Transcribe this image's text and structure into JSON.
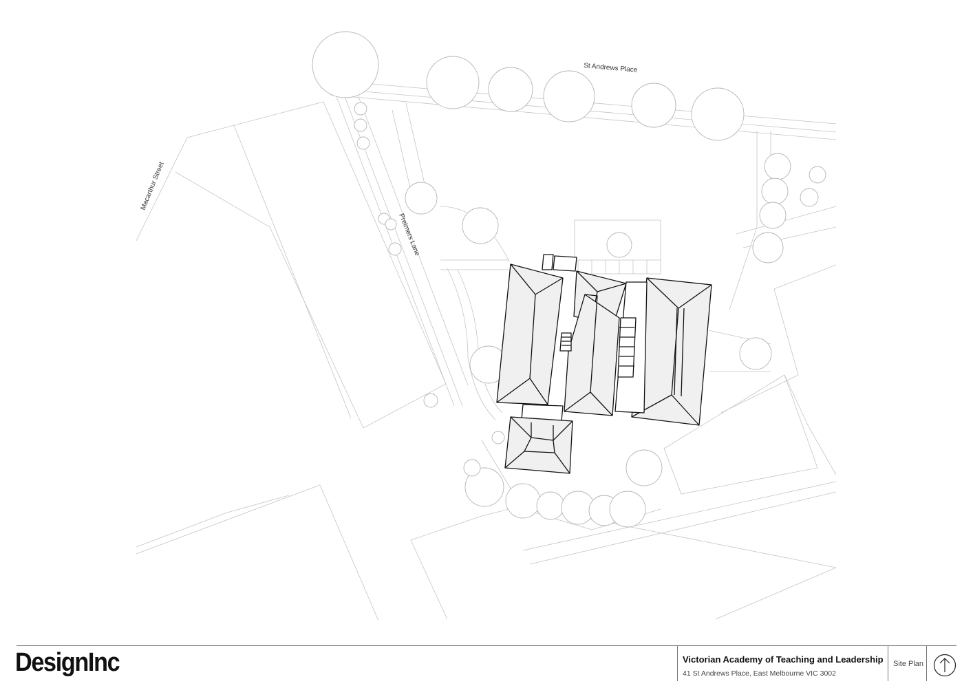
{
  "plan": {
    "street_labels": [
      "St Andrews Place",
      "Macarthur Street",
      "Preimers Lane"
    ],
    "icons": [
      "tree-icon",
      "north-arrow-icon"
    ]
  },
  "titleblock": {
    "brand": "DesignInc",
    "project_title": "Victorian Academy of Teaching and Leadership",
    "project_address": "41 St Andrews Place, East Melbourne VIC 3002",
    "sheet_name": "Site Plan"
  },
  "colors": {
    "context_line": "#c4c4c4",
    "building_line": "#111111",
    "roof_fill": "#f0f0f0"
  }
}
